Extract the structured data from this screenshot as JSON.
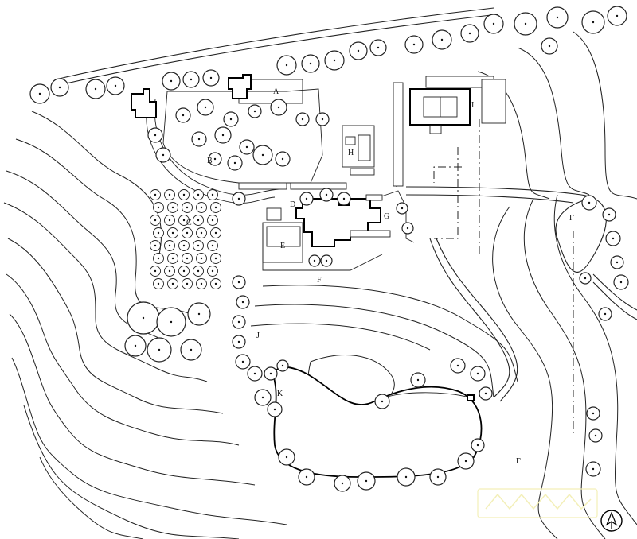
{
  "area_labels": {
    "a": "A",
    "b": "B",
    "c": "C",
    "d": "D",
    "e": "E",
    "f": "F",
    "g": "G",
    "h": "H",
    "i": "I",
    "j": "J",
    "k": "K",
    "l1": "Γ",
    "l2": "Γ"
  },
  "icons": {
    "north_arrow": "north-arrow-icon",
    "watermark": "watermark-logo"
  }
}
